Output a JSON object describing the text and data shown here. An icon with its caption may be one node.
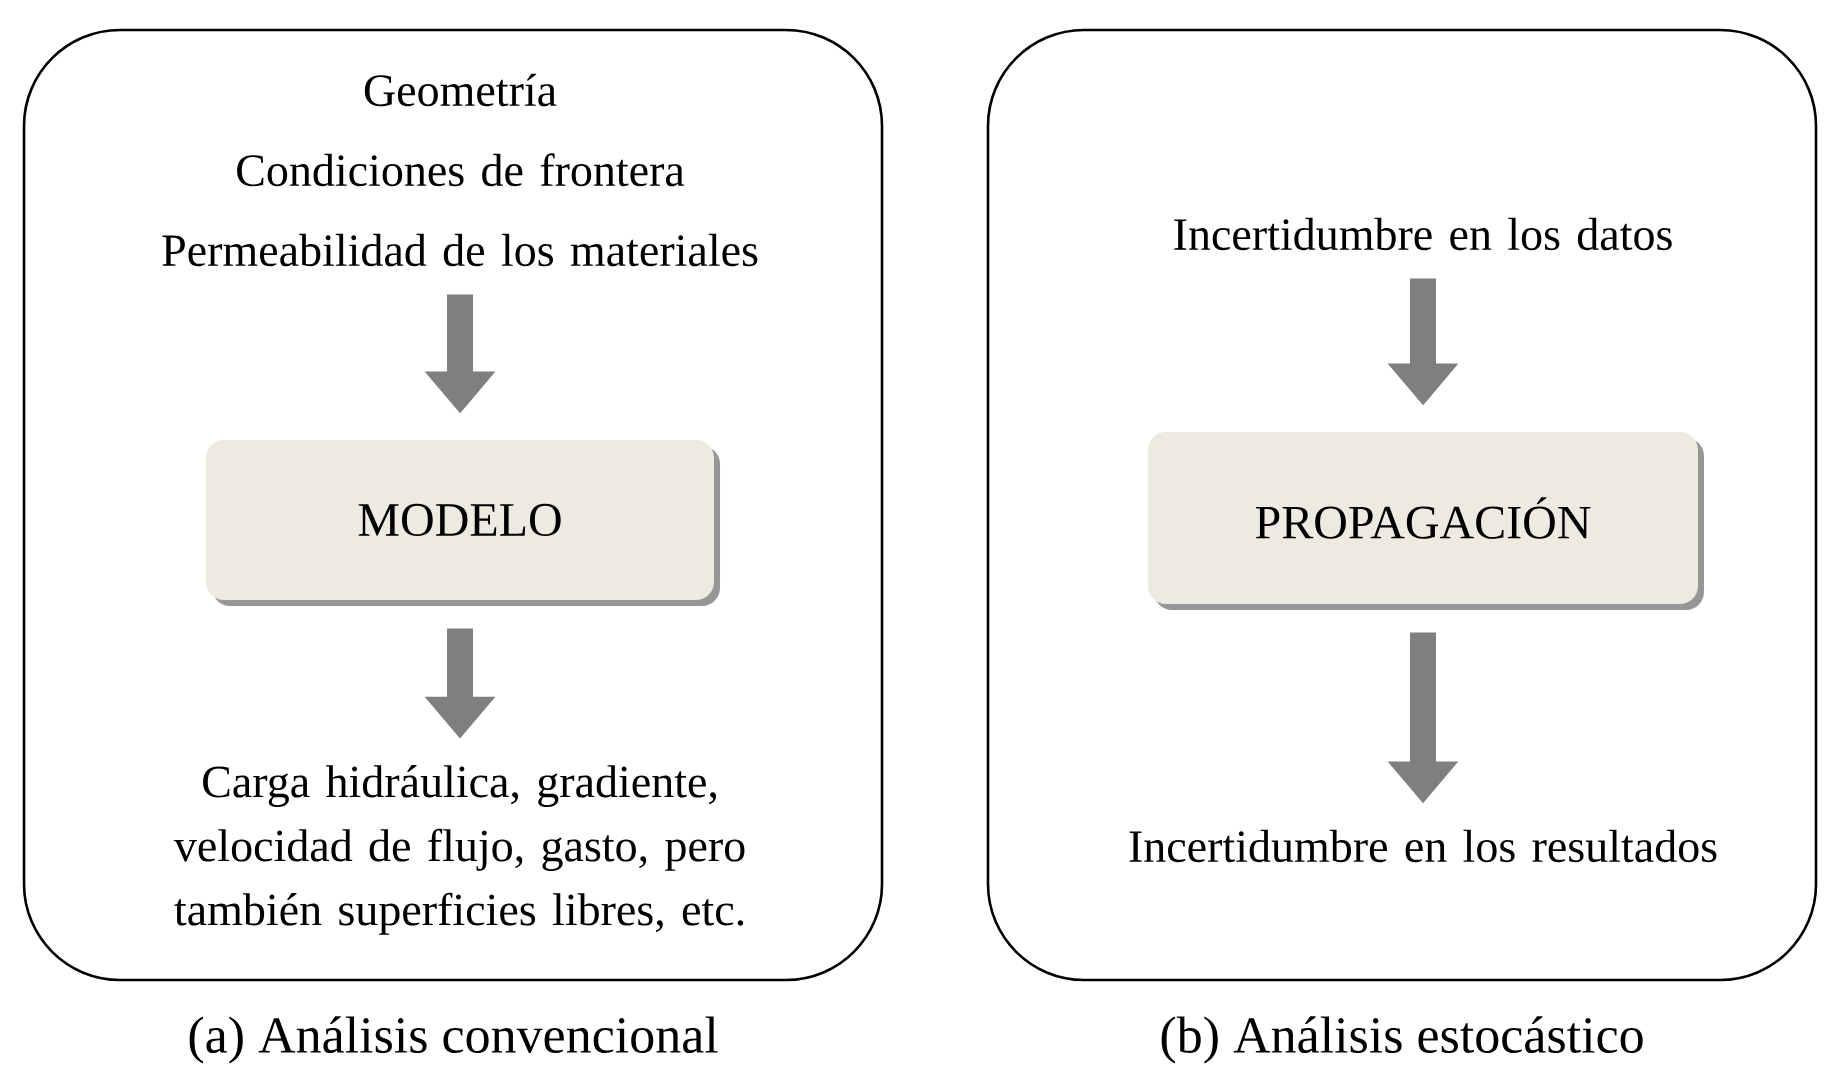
{
  "diagram": {
    "nodes": [
      {
        "text": [],
        "shape": "box",
        "beside": [
          "(a) Análisis convencional"
        ]
      },
      {
        "text": [
          "Geometría",
          "Condiciones de frontera",
          "Permeabilidad de los materiales"
        ],
        "in": 0
      },
      {
        "text": [
          "MODELO"
        ],
        "in": 0
      },
      {
        "text": [
          "Carga hidráulica, gradiente, velocidad de flujo, gasto, pero también superficies libres, etc."
        ],
        "in": 0
      },
      {
        "text": [],
        "shape": "box",
        "beside": [
          "(b) Análisis estocástico"
        ]
      },
      {
        "text": [
          "Incertidumbre en los datos"
        ],
        "in": 4
      },
      {
        "text": [
          "PROPAGACIÓN"
        ],
        "in": 4
      },
      {
        "text": [
          "Incertidumbre en los resultados"
        ],
        "in": 4
      }
    ],
    "edges": [
      {
        "from": 1,
        "to": 2,
        "arrow": "to"
      },
      {
        "from": 2,
        "to": 3,
        "arrow": "to"
      },
      {
        "from": 5,
        "to": 6,
        "arrow": "to"
      },
      {
        "from": 6,
        "to": 7,
        "arrow": "to"
      }
    ]
  }
}
